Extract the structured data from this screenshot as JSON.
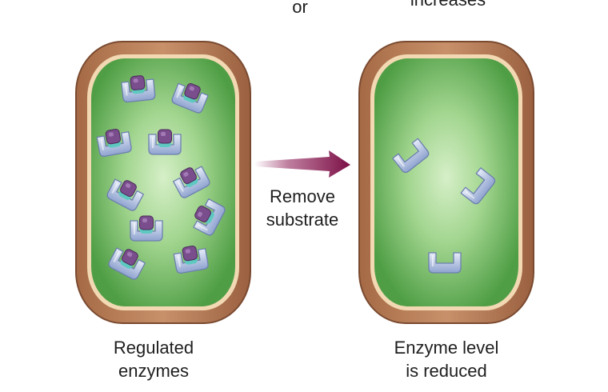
{
  "top_fragments": {
    "left": "or",
    "right": "increases"
  },
  "arrow_label": {
    "line1": "Remove",
    "line2": "substrate"
  },
  "left_cell": {
    "caption_line1": "Regulated",
    "caption_line2": "enzymes",
    "enzyme_count": 10,
    "state": "enzyme-substrate complexes"
  },
  "right_cell": {
    "caption_line1": "Enzyme level",
    "caption_line2": "is reduced",
    "enzyme_count": 3,
    "state": "free enzymes"
  },
  "colors": {
    "cell_wall": "#b77a52",
    "membrane": "#f3d9b3",
    "cytoplasm": "#7cc36e",
    "enzyme": "#b3c3e3",
    "substrate": "#7a4d8c",
    "arrow": "#8a1550"
  }
}
